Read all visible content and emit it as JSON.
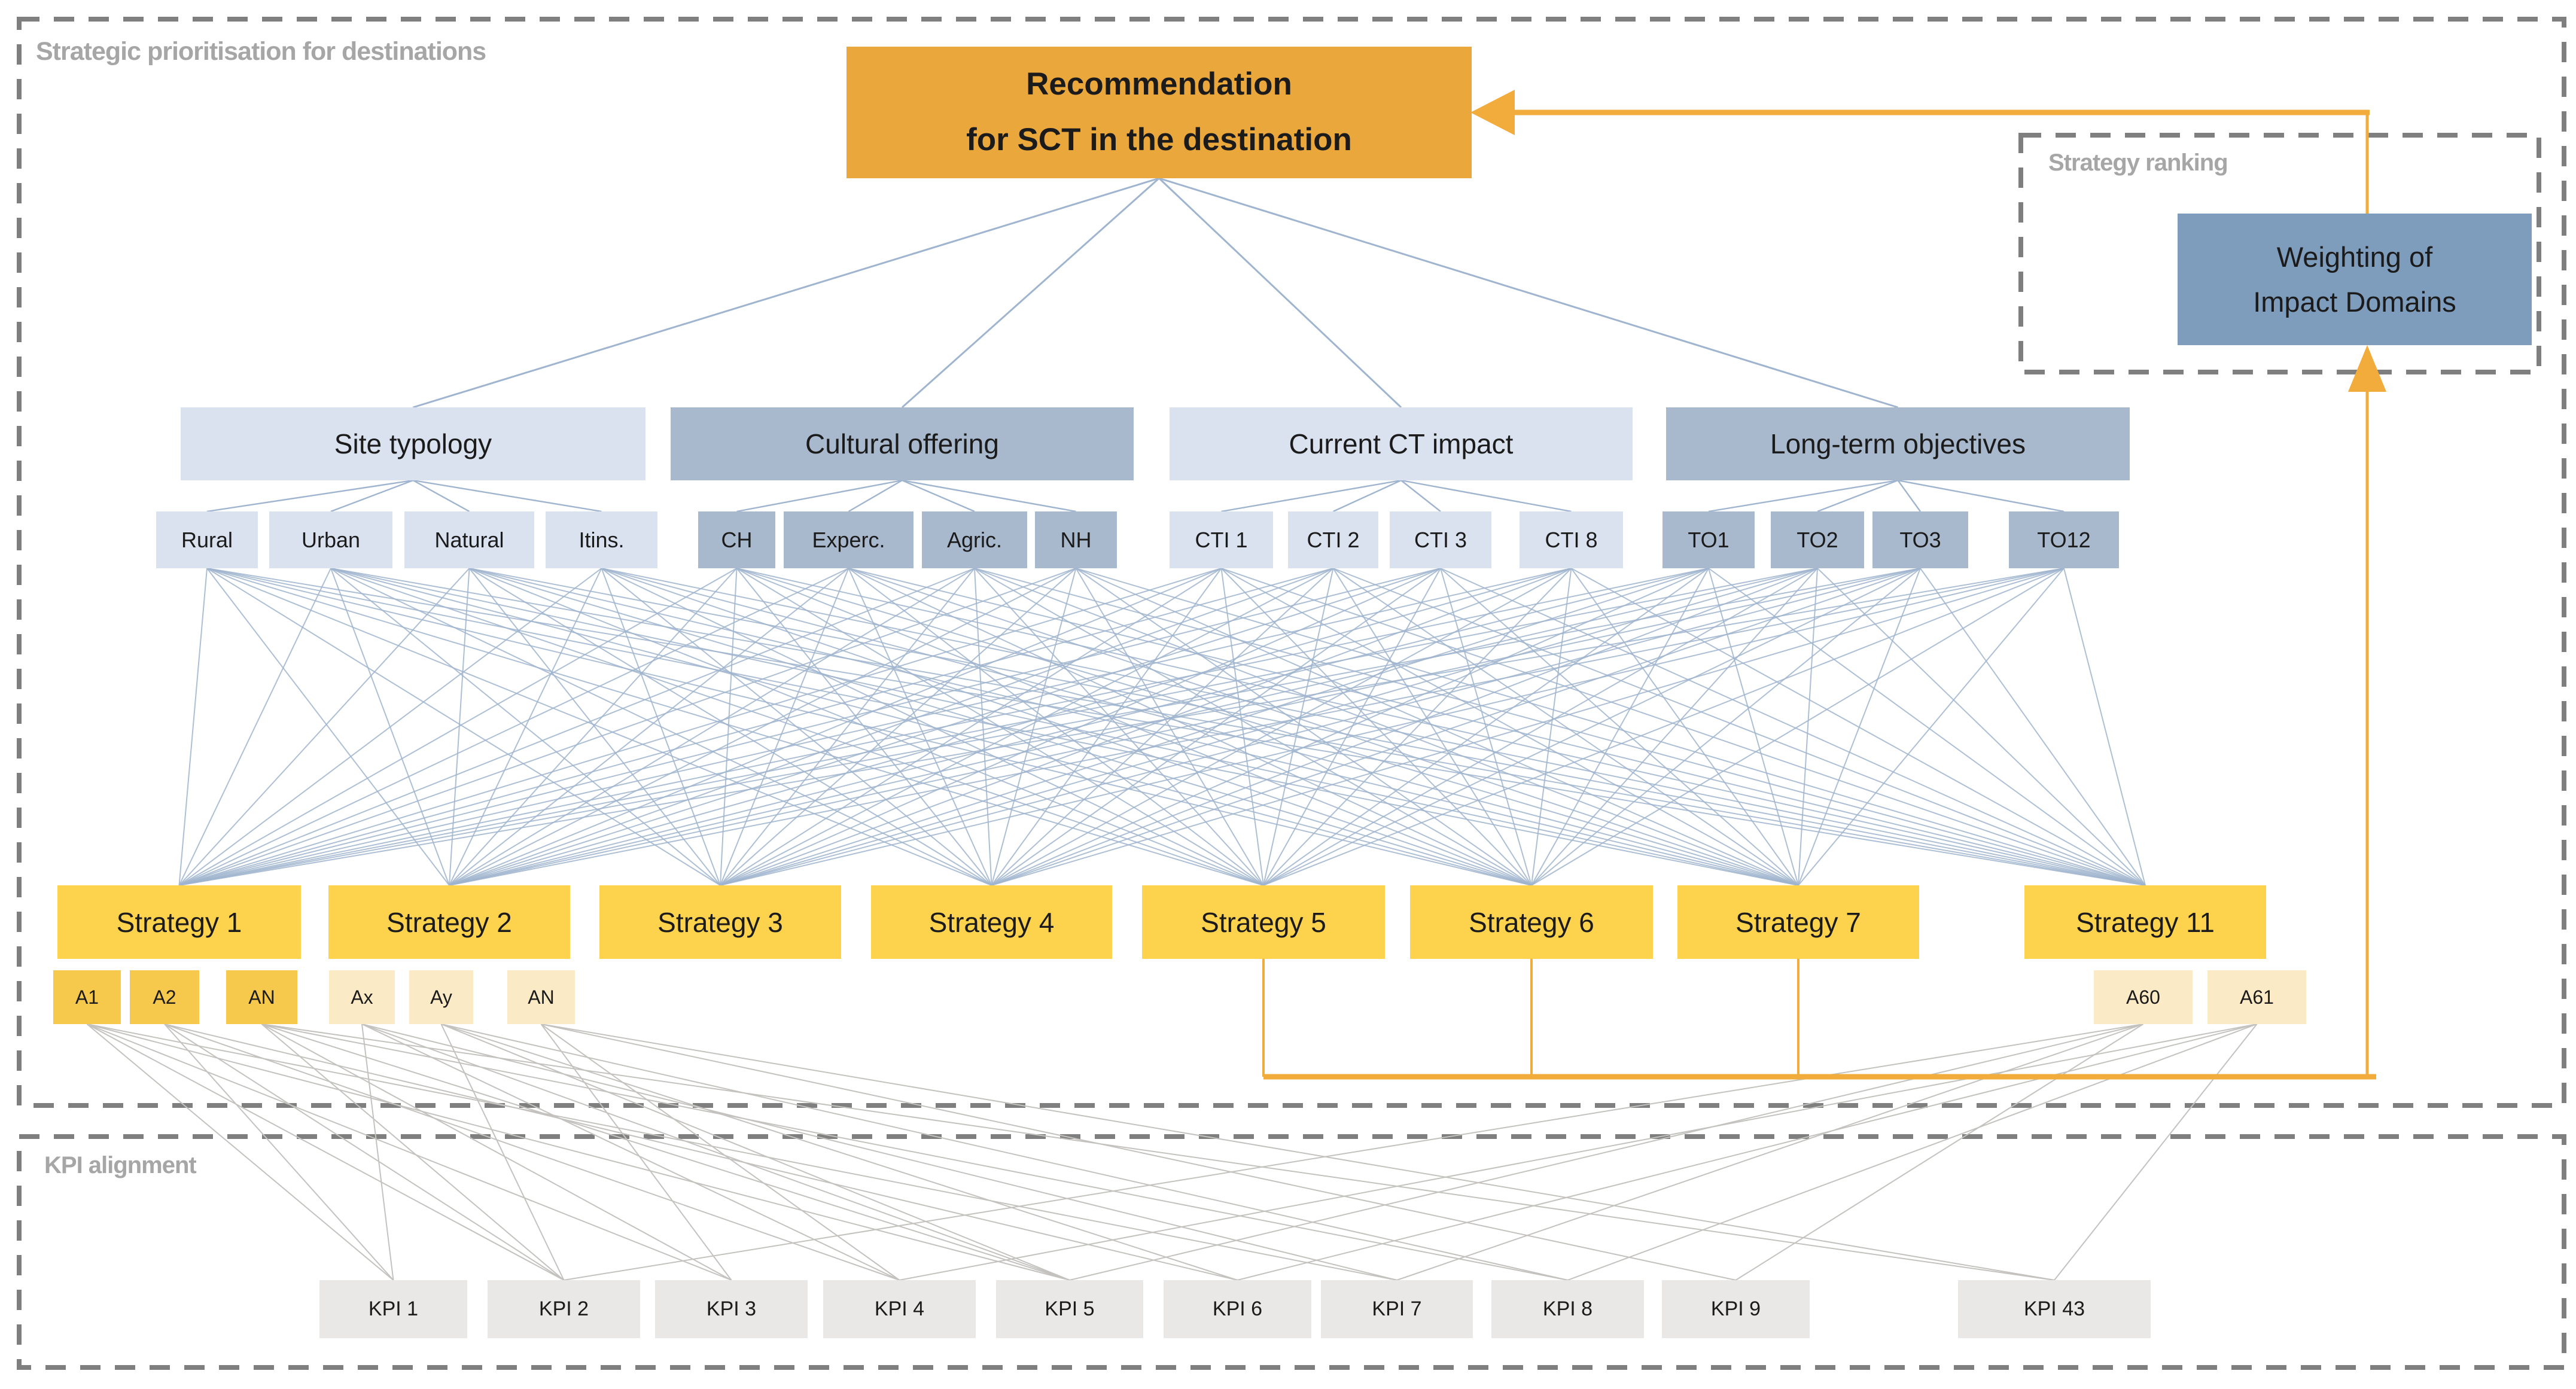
{
  "sections": {
    "main": {
      "label": "Strategic prioritisation for destinations"
    },
    "ranking": {
      "label": "Strategy ranking"
    },
    "kpi": {
      "label": "KPI alignment"
    }
  },
  "recommendation": {
    "line1": "Recommendation",
    "line2": "for SCT in the destination"
  },
  "weighting": {
    "line1": "Weighting of",
    "line2": "Impact Domains"
  },
  "categories": [
    {
      "id": "site",
      "label": "Site typology",
      "tone": "light"
    },
    {
      "id": "cultural",
      "label": "Cultural offering",
      "tone": "mid"
    },
    {
      "id": "impact",
      "label": "Current CT impact",
      "tone": "light"
    },
    {
      "id": "longterm",
      "label": "Long-term objectives",
      "tone": "mid"
    }
  ],
  "subitems": [
    {
      "id": "rural",
      "label": "Rural",
      "tone": "light",
      "parent": "site"
    },
    {
      "id": "urban",
      "label": "Urban",
      "tone": "light",
      "parent": "site"
    },
    {
      "id": "natural",
      "label": "Natural",
      "tone": "light",
      "parent": "site"
    },
    {
      "id": "itins",
      "label": "Itins.",
      "tone": "light",
      "parent": "site"
    },
    {
      "id": "ch",
      "label": "CH",
      "tone": "mid",
      "parent": "cultural"
    },
    {
      "id": "experc",
      "label": "Experc.",
      "tone": "mid",
      "parent": "cultural"
    },
    {
      "id": "agric",
      "label": "Agric.",
      "tone": "mid",
      "parent": "cultural"
    },
    {
      "id": "nh",
      "label": "NH",
      "tone": "mid",
      "parent": "cultural"
    },
    {
      "id": "cti1",
      "label": "CTI 1",
      "tone": "light",
      "parent": "impact"
    },
    {
      "id": "cti2",
      "label": "CTI 2",
      "tone": "light",
      "parent": "impact"
    },
    {
      "id": "cti3",
      "label": "CTI 3",
      "tone": "light",
      "parent": "impact"
    },
    {
      "id": "cti8",
      "label": "CTI 8",
      "tone": "light",
      "parent": "impact"
    },
    {
      "id": "to1",
      "label": "TO1",
      "tone": "mid",
      "parent": "longterm"
    },
    {
      "id": "to2",
      "label": "TO2",
      "tone": "mid",
      "parent": "longterm"
    },
    {
      "id": "to3",
      "label": "TO3",
      "tone": "mid",
      "parent": "longterm"
    },
    {
      "id": "to12",
      "label": "TO12",
      "tone": "mid",
      "parent": "longterm"
    }
  ],
  "strategies": [
    {
      "id": "s1",
      "label": "Strategy 1"
    },
    {
      "id": "s2",
      "label": "Strategy 2"
    },
    {
      "id": "s3",
      "label": "Strategy 3"
    },
    {
      "id": "s4",
      "label": "Strategy 4"
    },
    {
      "id": "s5",
      "label": "Strategy 5"
    },
    {
      "id": "s6",
      "label": "Strategy 6"
    },
    {
      "id": "s7",
      "label": "Strategy 7"
    },
    {
      "id": "s11",
      "label": "Strategy 11"
    }
  ],
  "actions": [
    {
      "id": "a1",
      "label": "A1",
      "tone": "strong"
    },
    {
      "id": "a2",
      "label": "A2",
      "tone": "strong"
    },
    {
      "id": "an",
      "label": "AN",
      "tone": "strong"
    },
    {
      "id": "ax",
      "label": "Ax",
      "tone": "pale"
    },
    {
      "id": "ay",
      "label": "Ay",
      "tone": "pale"
    },
    {
      "id": "an2",
      "label": "AN",
      "tone": "pale"
    },
    {
      "id": "a60",
      "label": "A60",
      "tone": "pale"
    },
    {
      "id": "a61",
      "label": "A61",
      "tone": "pale"
    }
  ],
  "kpis": [
    {
      "id": "kpi1",
      "label": "KPI 1"
    },
    {
      "id": "kpi2",
      "label": "KPI 2"
    },
    {
      "id": "kpi3",
      "label": "KPI 3"
    },
    {
      "id": "kpi4",
      "label": "KPI 4"
    },
    {
      "id": "kpi5",
      "label": "KPI 5"
    },
    {
      "id": "kpi6",
      "label": "KPI 6"
    },
    {
      "id": "kpi7",
      "label": "KPI 7"
    },
    {
      "id": "kpi8",
      "label": "KPI 8"
    },
    {
      "id": "kpi9",
      "label": "KPI 9"
    },
    {
      "id": "kpi43",
      "label": "KPI 43"
    }
  ],
  "colors": {
    "accent_orange": "#EAA73C",
    "arrow_orange": "#F2AC3B",
    "strategy_yellow": "#FDD34E",
    "action_strong": "#F6C84B",
    "action_pale": "#FBEAC6",
    "box_light": "#D9E2EE",
    "box_mid": "#A9B9CD",
    "weighting_blue": "#7E9CBC",
    "kpi_gray": "#E9E8E6",
    "line_blue": "#9FB4CE",
    "line_gray": "#C4C2BF",
    "dash_gray": "#7F7F7F",
    "label_gray": "#A6A6A6",
    "text_black": "#1b1b1b"
  }
}
